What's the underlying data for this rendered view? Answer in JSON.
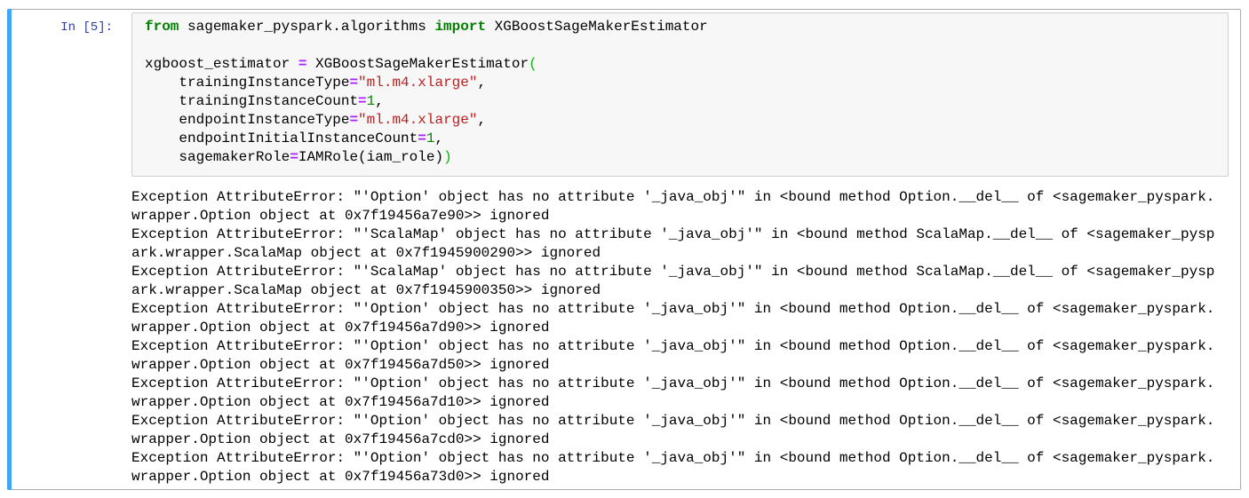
{
  "notebook_cell": {
    "input_prompt": "In [5]:",
    "code": {
      "lines": [
        [
          {
            "t": "from",
            "c": "kw"
          },
          {
            "t": " sagemaker_pyspark.algorithms ",
            "c": "pl"
          },
          {
            "t": "import",
            "c": "kw"
          },
          {
            "t": " XGBoostSageMakerEstimator",
            "c": "pl"
          }
        ],
        [],
        [
          {
            "t": "xgboost_estimator ",
            "c": "pl"
          },
          {
            "t": "=",
            "c": "op"
          },
          {
            "t": " XGBoostSageMakerEstimator",
            "c": "pl"
          },
          {
            "t": "(",
            "c": "mb"
          }
        ],
        [
          {
            "t": "    trainingInstanceType",
            "c": "pl"
          },
          {
            "t": "=",
            "c": "op"
          },
          {
            "t": "\"ml.m4.xlarge\"",
            "c": "st"
          },
          {
            "t": ",",
            "c": "pl"
          }
        ],
        [
          {
            "t": "    trainingInstanceCount",
            "c": "pl"
          },
          {
            "t": "=",
            "c": "op"
          },
          {
            "t": "1",
            "c": "nu"
          },
          {
            "t": ",",
            "c": "pl"
          }
        ],
        [
          {
            "t": "    endpointInstanceType",
            "c": "pl"
          },
          {
            "t": "=",
            "c": "op"
          },
          {
            "t": "\"ml.m4.xlarge\"",
            "c": "st"
          },
          {
            "t": ",",
            "c": "pl"
          }
        ],
        [
          {
            "t": "    endpointInitialInstanceCount",
            "c": "pl"
          },
          {
            "t": "=",
            "c": "op"
          },
          {
            "t": "1",
            "c": "nu"
          },
          {
            "t": ",",
            "c": "pl"
          }
        ],
        [
          {
            "t": "    sagemakerRole",
            "c": "pl"
          },
          {
            "t": "=",
            "c": "op"
          },
          {
            "t": "IAMRole(iam_role)",
            "c": "pl"
          },
          {
            "t": ")",
            "c": "mb"
          }
        ]
      ]
    },
    "output_messages": [
      "Exception AttributeError: \"'Option' object has no attribute '_java_obj'\" in <bound method Option.__del__ of <sagemaker_pyspark.wrapper.Option object at 0x7f19456a7e90>> ignored",
      "Exception AttributeError: \"'ScalaMap' object has no attribute '_java_obj'\" in <bound method ScalaMap.__del__ of <sagemaker_pyspark.wrapper.ScalaMap object at 0x7f1945900290>> ignored",
      "Exception AttributeError: \"'ScalaMap' object has no attribute '_java_obj'\" in <bound method ScalaMap.__del__ of <sagemaker_pyspark.wrapper.ScalaMap object at 0x7f1945900350>> ignored",
      "Exception AttributeError: \"'Option' object has no attribute '_java_obj'\" in <bound method Option.__del__ of <sagemaker_pyspark.wrapper.Option object at 0x7f19456a7d90>> ignored",
      "Exception AttributeError: \"'Option' object has no attribute '_java_obj'\" in <bound method Option.__del__ of <sagemaker_pyspark.wrapper.Option object at 0x7f19456a7d50>> ignored",
      "Exception AttributeError: \"'Option' object has no attribute '_java_obj'\" in <bound method Option.__del__ of <sagemaker_pyspark.wrapper.Option object at 0x7f19456a7d10>> ignored",
      "Exception AttributeError: \"'Option' object has no attribute '_java_obj'\" in <bound method Option.__del__ of <sagemaker_pyspark.wrapper.Option object at 0x7f19456a7cd0>> ignored",
      "Exception AttributeError: \"'Option' object has no attribute '_java_obj'\" in <bound method Option.__del__ of <sagemaker_pyspark.wrapper.Option object at 0x7f19456a73d0>> ignored"
    ]
  },
  "colors": {
    "selected_cell_bar": "#42A5F5",
    "cell_border": "#ababab",
    "input_background": "#f7f7f7",
    "input_border": "#cfcfcf",
    "prompt_text": "#303F9F",
    "keyword": "#008000",
    "operator": "#AA22FF",
    "string": "#BA2121",
    "number": "#008800",
    "matching_bracket": "#00bb00",
    "output_text": "#000000"
  }
}
